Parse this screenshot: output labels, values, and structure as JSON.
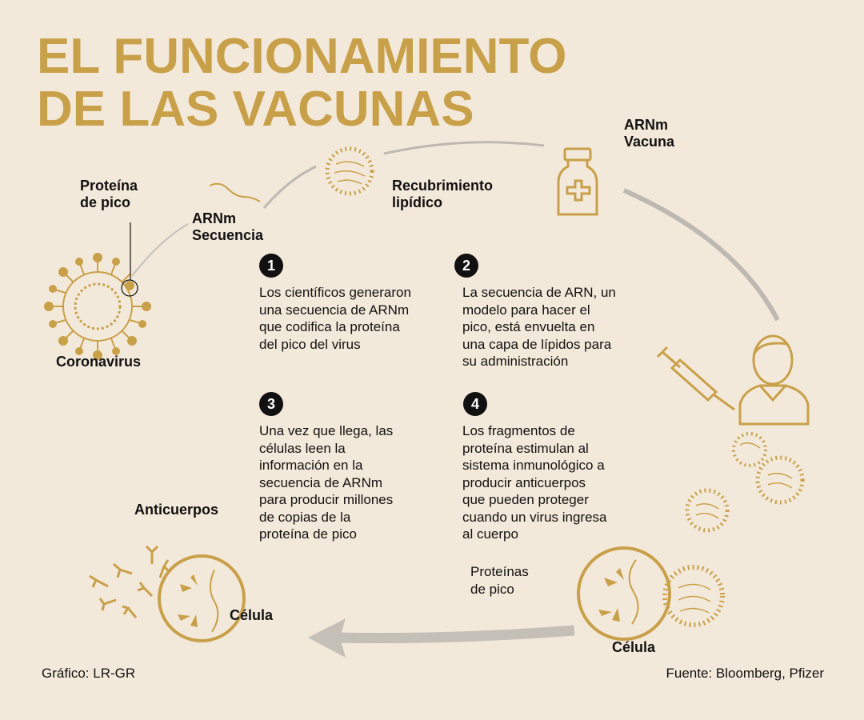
{
  "title": {
    "line1": "EL FUNCIONAMIENTO",
    "line2": "DE LAS VACUNAS"
  },
  "labels": {
    "vaccine": [
      "ARNm",
      "Vacuna"
    ],
    "lipid": [
      "Recubrimiento",
      "lipídico"
    ],
    "sequence": [
      "ARNm",
      "Secuencia"
    ],
    "spike": [
      "Proteína",
      "de pico"
    ],
    "coronavirus": "Coronavirus",
    "antibodies": "Anticuerpos",
    "cell_left": "Célula",
    "cell_right": "Célula",
    "spike_proteins": [
      "Proteínas",
      "de pico"
    ]
  },
  "steps": [
    {
      "number": "1",
      "text": [
        "Los científicos generaron",
        "una secuencia de ARNm",
        "que codifica la proteína",
        "del pico del virus"
      ]
    },
    {
      "number": "2",
      "text": [
        "La secuencia de ARN, un",
        "modelo para hacer el",
        "pico, está envuelta en",
        "una capa de lípidos para",
        "su administración"
      ]
    },
    {
      "number": "3",
      "text": [
        "Una vez que llega, las",
        "células leen la",
        "información en la",
        "secuencia de ARNm",
        "para producir millones",
        "de copias de la",
        "proteína de pico"
      ]
    },
    {
      "number": "4",
      "text": [
        "Los fragmentos de",
        "proteína estimulan al",
        "sistema inmunológico a",
        "producir anticuerpos",
        "que pueden proteger",
        "cuando un virus ingresa",
        "al cuerpo"
      ]
    }
  ],
  "footer": {
    "credit": "Gráfico: LR-GR",
    "source": "Fuente: Bloomberg, Pfizer"
  },
  "colors": {
    "background": "#f3e9da",
    "gold": "#c9a04a",
    "arrow": "#c4c0b8"
  }
}
